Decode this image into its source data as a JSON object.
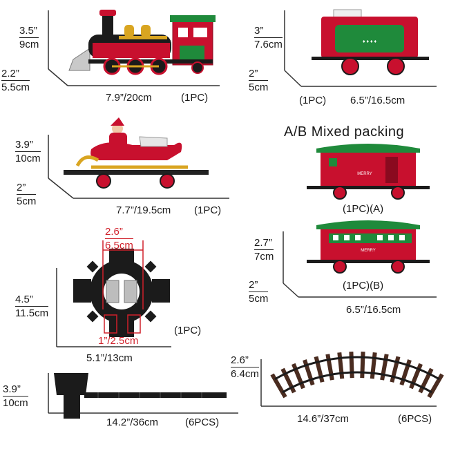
{
  "header": {
    "mixed": "A/B Mixed packing"
  },
  "locomotive": {
    "height_in": "3.5”",
    "height_cm": "9cm",
    "depth_in": "2.2”",
    "depth_cm": "5.5cm",
    "length": "7.9”/20cm",
    "qty": "(1PC)"
  },
  "gift_car": {
    "height_in": "3”",
    "height_cm": "7.6cm",
    "depth_in": "2”",
    "depth_cm": "5cm",
    "qty": "(1PC)",
    "length": "6.5”/16.5cm"
  },
  "sleigh_car": {
    "height_in": "3.9”",
    "height_cm": "10cm",
    "depth_in": "2”",
    "depth_cm": "5cm",
    "length": "7.7”/19.5cm",
    "qty": "(1PC)"
  },
  "passenger_a": {
    "qty": "(1PC)(A)"
  },
  "passenger_b": {
    "qty": "(1PC)(B)",
    "height_in": "2.7”",
    "height_cm": "7cm",
    "depth_in": "2”",
    "depth_cm": "5cm",
    "length": "6.5”/16.5cm"
  },
  "connector": {
    "top_in": "2.6”",
    "top_cm": "6.5cm",
    "height_in": "4.5”",
    "height_cm": "11.5cm",
    "bottom": "1”/2.5cm",
    "qty": "(1PC)",
    "width": "5.1”/13cm"
  },
  "straight_track": {
    "height_in": "3.9”",
    "height_cm": "10cm",
    "length": "14.2”/36cm",
    "qty": "(6PCS)"
  },
  "curved_track": {
    "height_in": "2.6”",
    "height_cm": "6.4cm",
    "length": "14.6”/37cm",
    "qty": "(6PCS)"
  },
  "colors": {
    "red": "#c8102e",
    "green": "#1f8a3b",
    "gold": "#d9a521",
    "black": "#1b1b1b",
    "rail": "#4a2c20"
  }
}
